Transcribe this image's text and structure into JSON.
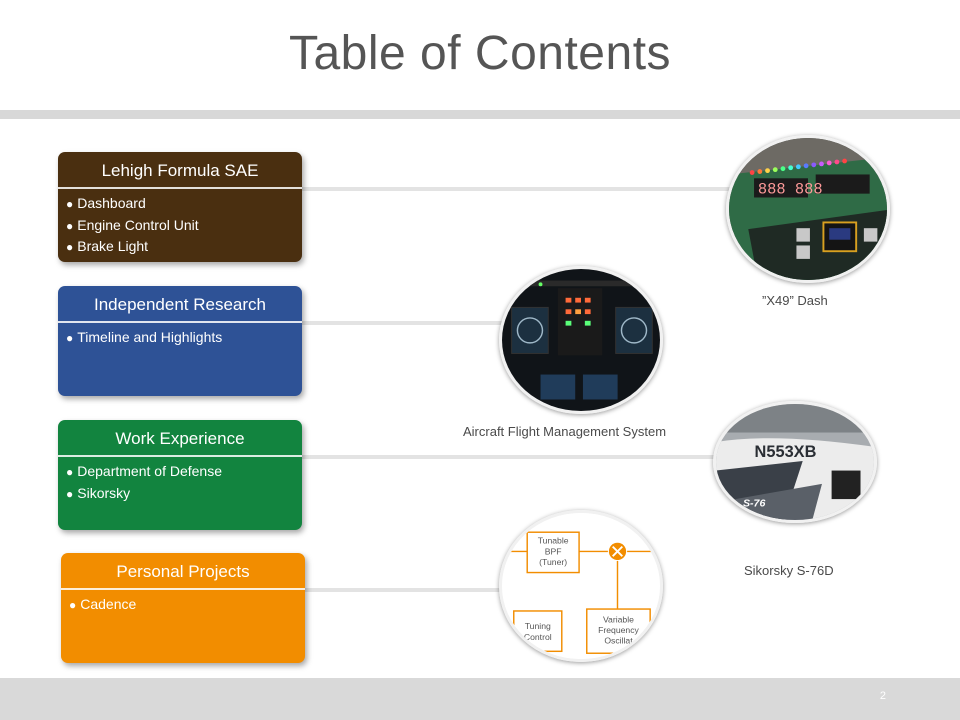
{
  "title": "Table of Contents",
  "page_number": "2",
  "sections": [
    {
      "heading": "Lehigh Formula SAE",
      "color": "#4a2f10",
      "items": [
        "Dashboard",
        "Engine Control Unit",
        "Brake Light"
      ]
    },
    {
      "heading": "Independent Research",
      "color": "#2e5296",
      "items": [
        "Timeline and Highlights"
      ]
    },
    {
      "heading": "Work Experience",
      "color": "#12843f",
      "items": [
        "Department of Defense",
        "Sikorsky"
      ]
    },
    {
      "heading": "Personal Projects",
      "color": "#f28d00",
      "items": [
        "Cadence"
      ]
    }
  ],
  "images": {
    "dash": {
      "caption": "”X49” Dash",
      "display": "888  888"
    },
    "aircraft": {
      "caption": "Aircraft Flight Management System"
    },
    "helicopter": {
      "caption": "Sikorsky S-76D",
      "tail_number": "N553XB",
      "model_mark": "S-76"
    },
    "diagram": {
      "block1": [
        "Tunable",
        "BPF",
        "(Tuner)"
      ],
      "block2": [
        "Tuning",
        "Control"
      ],
      "block3": [
        "Variable",
        "Frequency",
        "Oscillat"
      ]
    }
  }
}
